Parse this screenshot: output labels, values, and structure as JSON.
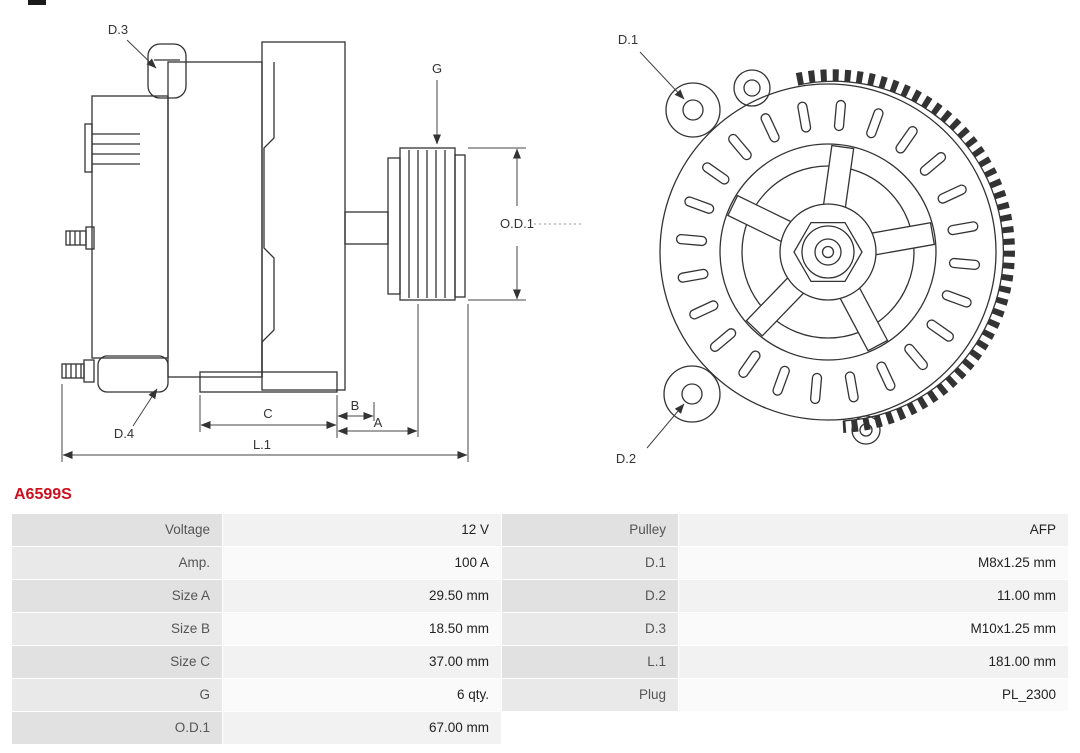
{
  "part_number": "A6599S",
  "colors": {
    "accent_red": "#cc0f1d",
    "line": "#333333",
    "table_label_bg": "#e1e1e1",
    "table_value_bg": "#f2f2f2"
  },
  "diagram": {
    "labels": {
      "d1": "D.1",
      "d2": "D.2",
      "d3": "D.3",
      "d4": "D.4",
      "g": "G",
      "od1": "O.D.1",
      "a": "A",
      "b": "B",
      "c": "C",
      "l1": "L.1"
    }
  },
  "table": {
    "rows": [
      {
        "l1": "Voltage",
        "v1": "12 V",
        "l2": "Pulley",
        "v2": "AFP"
      },
      {
        "l1": "Amp.",
        "v1": "100 A",
        "l2": "D.1",
        "v2": "M8x1.25 mm"
      },
      {
        "l1": "Size A",
        "v1": "29.50 mm",
        "l2": "D.2",
        "v2": "11.00 mm"
      },
      {
        "l1": "Size B",
        "v1": "18.50 mm",
        "l2": "D.3",
        "v2": "M10x1.25 mm"
      },
      {
        "l1": "Size C",
        "v1": "37.00 mm",
        "l2": "L.1",
        "v2": "181.00 mm"
      },
      {
        "l1": "G",
        "v1": "6 qty.",
        "l2": "Plug",
        "v2": "PL_2300"
      },
      {
        "l1": "O.D.1",
        "v1": "67.00 mm",
        "l2": "",
        "v2": ""
      }
    ]
  }
}
